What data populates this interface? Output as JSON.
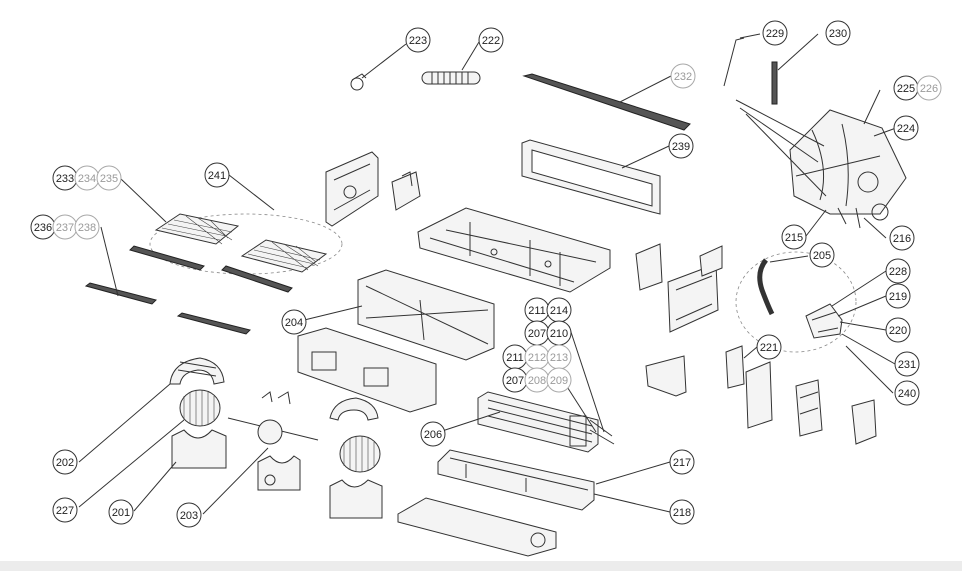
{
  "colors": {
    "line": "#333333",
    "muted_label": "#9a9a9a",
    "background": "#ffffff",
    "bottom_bar": "#ececec"
  },
  "callouts": {
    "c201": {
      "text": "201",
      "muted": false
    },
    "c202": {
      "text": "202",
      "muted": false
    },
    "c203": {
      "text": "203",
      "muted": false
    },
    "c204": {
      "text": "204",
      "muted": false
    },
    "c205": {
      "text": "205",
      "muted": false
    },
    "c206": {
      "text": "206",
      "muted": false
    },
    "c207a": {
      "text": "207",
      "muted": false
    },
    "c207b": {
      "text": "207",
      "muted": false
    },
    "c208": {
      "text": "208",
      "muted": true
    },
    "c209": {
      "text": "209",
      "muted": true
    },
    "c210": {
      "text": "210",
      "muted": false
    },
    "c211a": {
      "text": "211",
      "muted": false
    },
    "c211b": {
      "text": "211",
      "muted": false
    },
    "c212": {
      "text": "212",
      "muted": true
    },
    "c213": {
      "text": "213",
      "muted": true
    },
    "c214": {
      "text": "214",
      "muted": false
    },
    "c215": {
      "text": "215",
      "muted": false
    },
    "c216": {
      "text": "216",
      "muted": false
    },
    "c217": {
      "text": "217",
      "muted": false
    },
    "c218": {
      "text": "218",
      "muted": false
    },
    "c219": {
      "text": "219",
      "muted": false
    },
    "c220": {
      "text": "220",
      "muted": false
    },
    "c221": {
      "text": "221",
      "muted": false
    },
    "c222": {
      "text": "222",
      "muted": false
    },
    "c223": {
      "text": "223",
      "muted": false
    },
    "c224": {
      "text": "224",
      "muted": false
    },
    "c225": {
      "text": "225",
      "muted": false
    },
    "c226": {
      "text": "226",
      "muted": true
    },
    "c227": {
      "text": "227",
      "muted": false
    },
    "c228": {
      "text": "228",
      "muted": false
    },
    "c229": {
      "text": "229",
      "muted": false
    },
    "c230": {
      "text": "230",
      "muted": false
    },
    "c231": {
      "text": "231",
      "muted": false
    },
    "c232": {
      "text": "232",
      "muted": true
    },
    "c233": {
      "text": "233",
      "muted": false
    },
    "c234": {
      "text": "234",
      "muted": true
    },
    "c235": {
      "text": "235",
      "muted": true
    },
    "c236": {
      "text": "236",
      "muted": false
    },
    "c237": {
      "text": "237",
      "muted": true
    },
    "c238": {
      "text": "238",
      "muted": true
    },
    "c239": {
      "text": "239",
      "muted": false
    },
    "c240": {
      "text": "240",
      "muted": false
    },
    "c241": {
      "text": "241",
      "muted": false
    }
  }
}
